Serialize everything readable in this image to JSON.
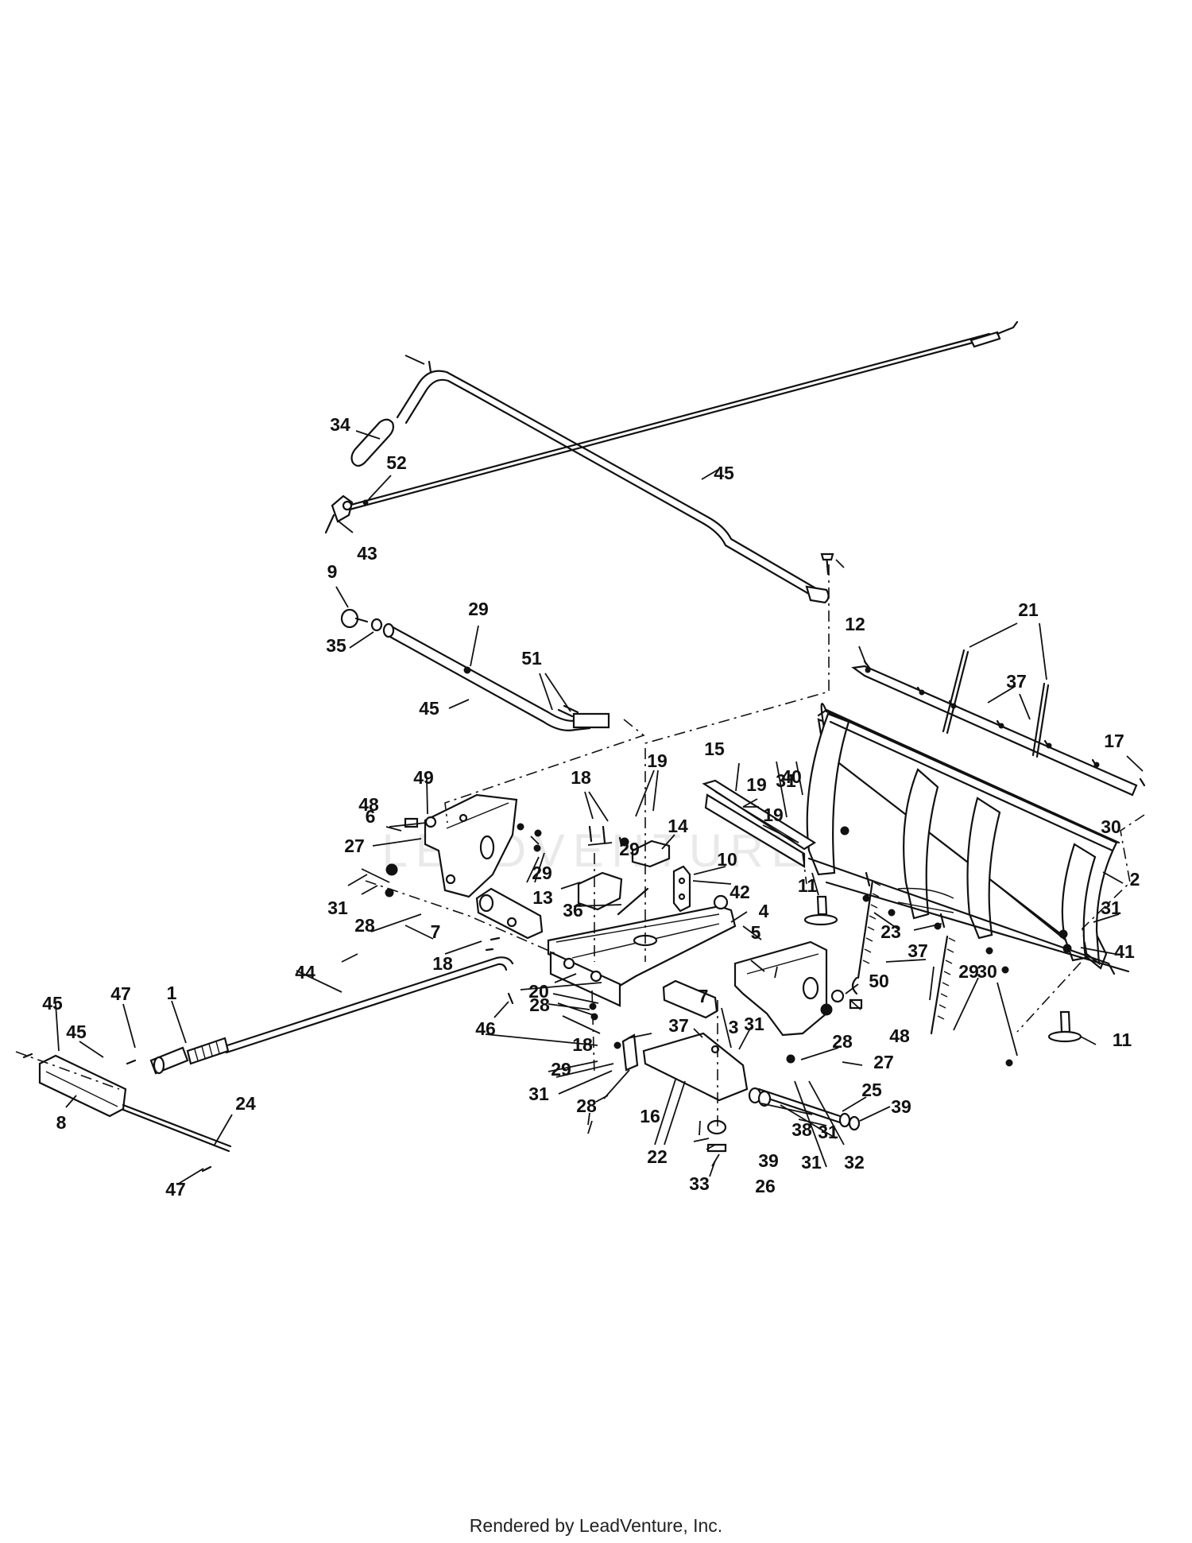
{
  "footer_text": "Rendered by LeadVenture, Inc.",
  "watermark_text": "LEADVENTURE",
  "callouts": [
    "1",
    "2",
    "3",
    "4",
    "5",
    "6",
    "7",
    "7",
    "8",
    "9",
    "10",
    "11",
    "11",
    "12",
    "13",
    "14",
    "15",
    "16",
    "17",
    "18",
    "18",
    "18",
    "19",
    "19",
    "19",
    "20",
    "21",
    "22",
    "23",
    "24",
    "25",
    "26",
    "27",
    "27",
    "28",
    "28",
    "28",
    "28",
    "29",
    "29",
    "29",
    "29",
    "29",
    "30",
    "30",
    "31",
    "31",
    "31",
    "31",
    "31",
    "31",
    "31",
    "32",
    "33",
    "34",
    "35",
    "36",
    "37",
    "37",
    "37",
    "38",
    "39",
    "39",
    "40",
    "41",
    "42",
    "43",
    "44",
    "45",
    "45",
    "45",
    "45",
    "46",
    "47",
    "47",
    "48",
    "48",
    "49",
    "50",
    "51",
    "52"
  ]
}
